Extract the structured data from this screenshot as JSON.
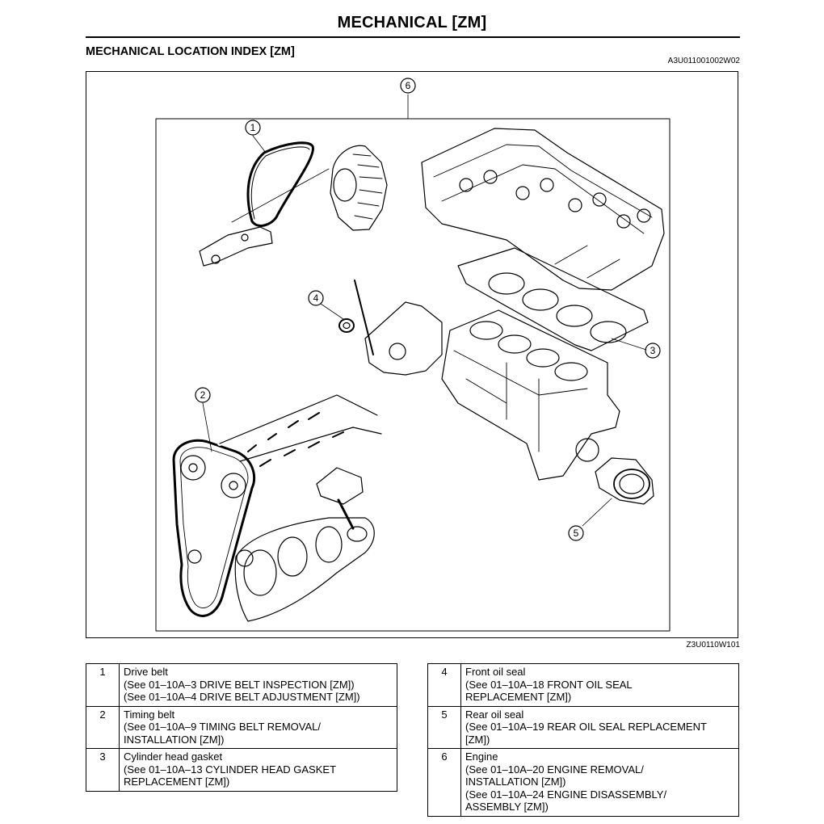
{
  "header": {
    "title": "MECHANICAL [ZM]",
    "section": "MECHANICAL LOCATION INDEX [ZM]",
    "doc_code": "A3U011001002W02"
  },
  "figure": {
    "code": "Z3U0110W101",
    "callouts": [
      "1",
      "2",
      "3",
      "4",
      "5",
      "6"
    ]
  },
  "index_left": [
    {
      "num": "1",
      "lines": [
        "Drive belt",
        "(See 01–10A–3 DRIVE BELT INSPECTION [ZM])",
        "(See 01–10A–4 DRIVE BELT ADJUSTMENT [ZM])"
      ]
    },
    {
      "num": "2",
      "lines": [
        "Timing belt",
        "(See 01–10A–9 TIMING BELT REMOVAL/",
        "INSTALLATION [ZM])"
      ]
    },
    {
      "num": "3",
      "lines": [
        "Cylinder head gasket",
        "(See 01–10A–13 CYLINDER HEAD GASKET",
        "REPLACEMENT [ZM])"
      ]
    }
  ],
  "index_right": [
    {
      "num": "4",
      "lines": [
        "Front oil seal",
        "(See 01–10A–18 FRONT OIL SEAL",
        "REPLACEMENT [ZM])"
      ]
    },
    {
      "num": "5",
      "lines": [
        "Rear oil seal",
        "(See 01–10A–19 REAR OIL SEAL REPLACEMENT",
        "[ZM])"
      ]
    },
    {
      "num": "6",
      "lines": [
        "Engine",
        "(See 01–10A–20 ENGINE REMOVAL/",
        "INSTALLATION [ZM])",
        "(See 01–10A–24 ENGINE DISASSEMBLY/",
        "ASSEMBLY [ZM])"
      ]
    }
  ]
}
